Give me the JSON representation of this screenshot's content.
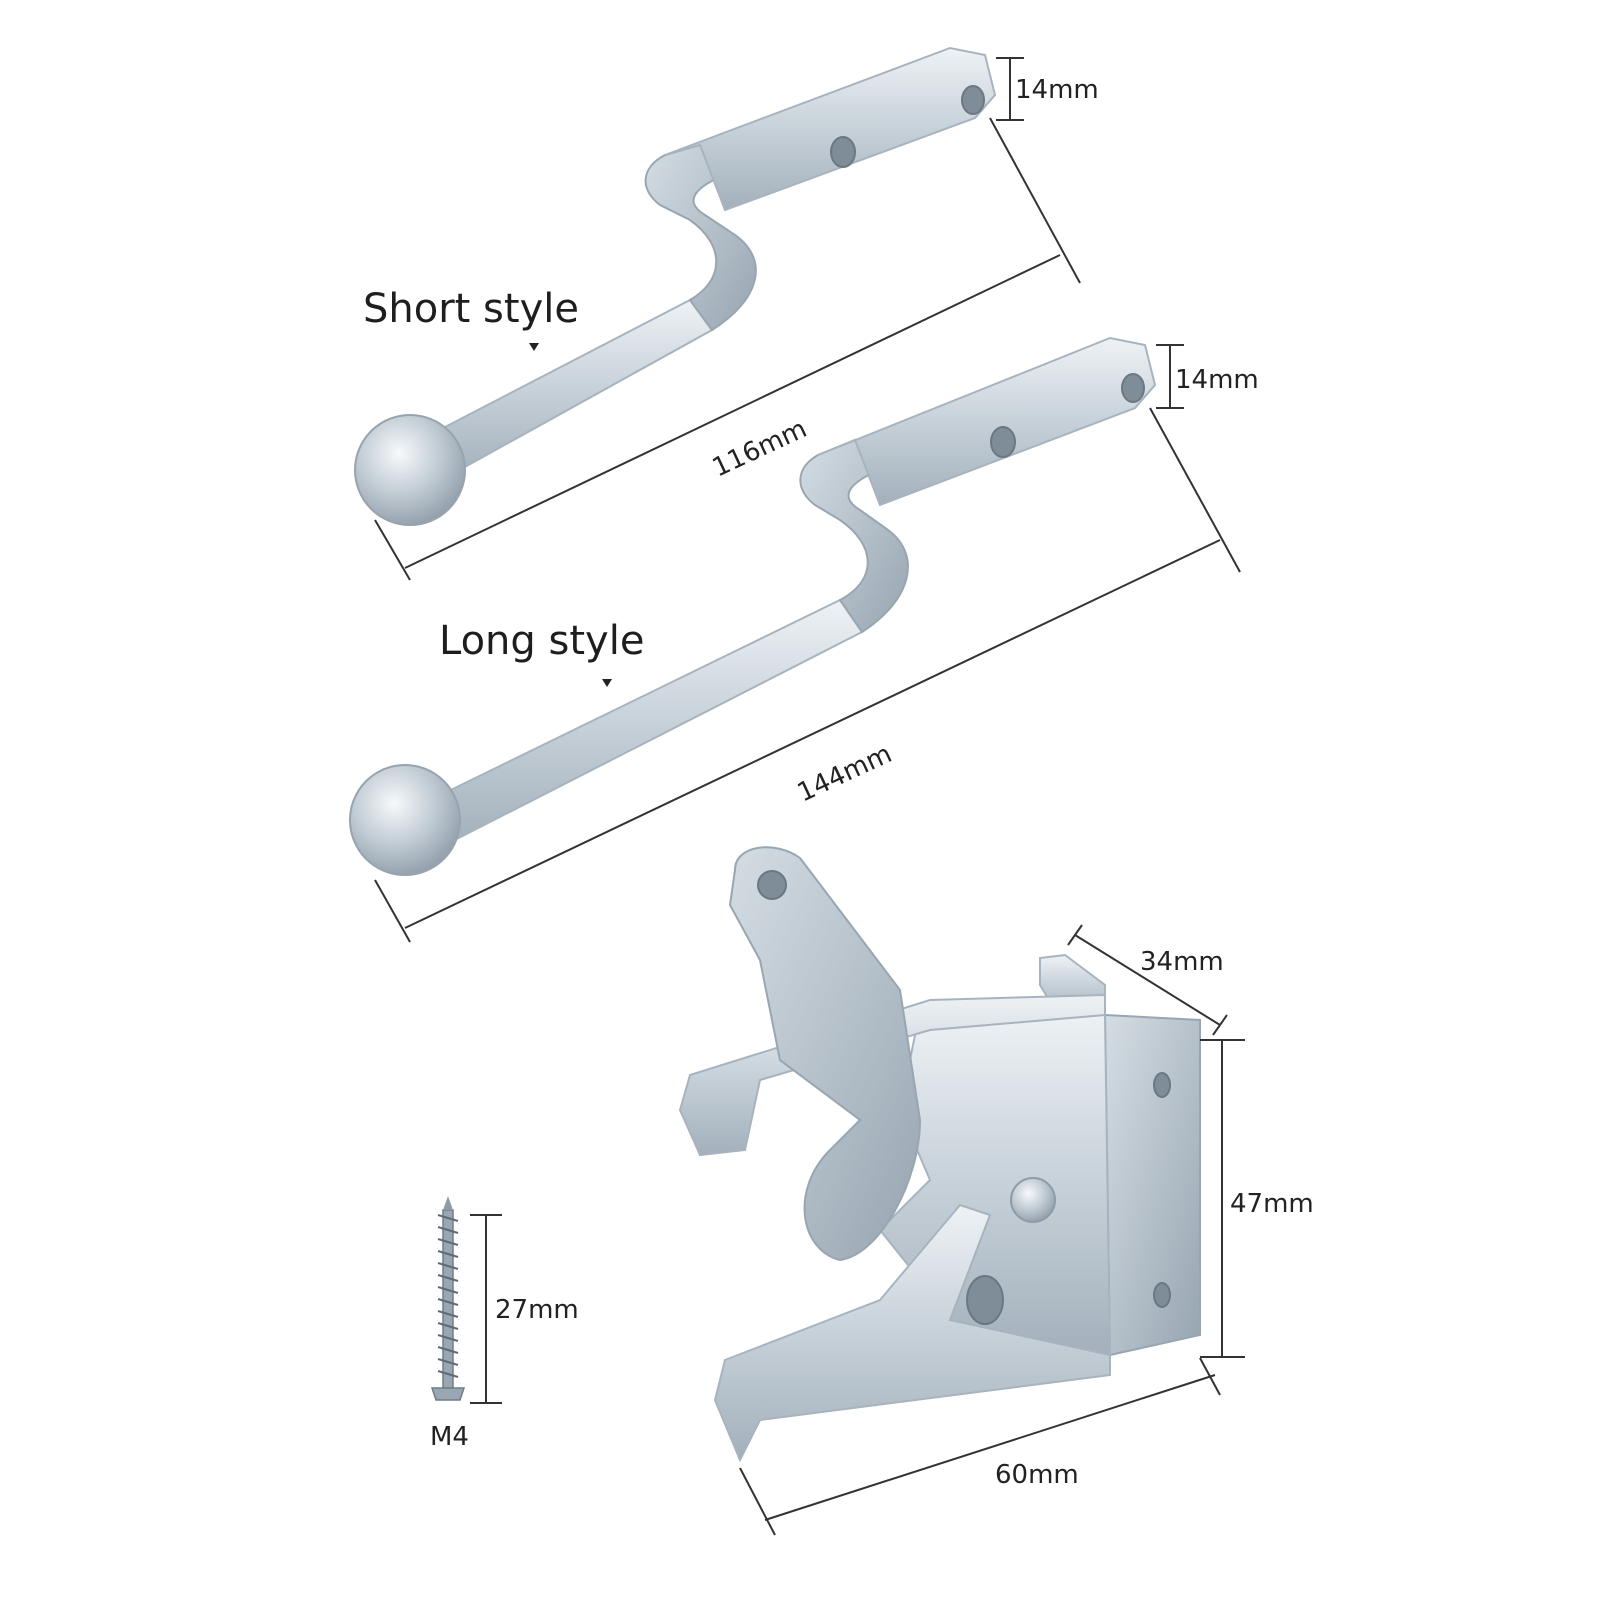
{
  "labels": {
    "short_style": "Short style",
    "long_style": "Long style"
  },
  "dimensions": {
    "short_plate_width": "14mm",
    "short_length": "116mm",
    "long_plate_width": "14mm",
    "long_length": "144mm",
    "latch_depth": "34mm",
    "latch_height": "47mm",
    "latch_width": "60mm",
    "screw_length": "27mm",
    "screw_size": "M4"
  },
  "colors": {
    "steel_light": "#dfe6ec",
    "steel_mid": "#b9c5cf",
    "steel_dark": "#8e9ca8",
    "dimension_line": "#333333"
  },
  "icons": {
    "short_arrow": "triangle-down-icon",
    "long_arrow": "triangle-down-icon"
  }
}
